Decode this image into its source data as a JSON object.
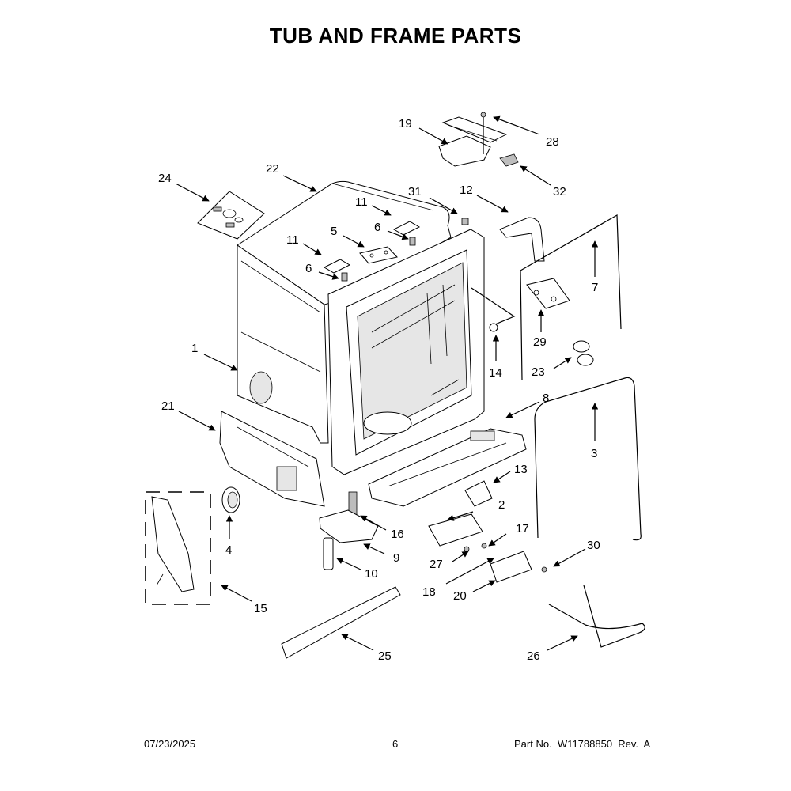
{
  "title": "TUB AND FRAME PARTS",
  "callouts": [
    "1",
    "2",
    "3",
    "4",
    "5",
    "6",
    "6",
    "7",
    "8",
    "9",
    "10",
    "11",
    "11",
    "12",
    "13",
    "14",
    "15",
    "16",
    "17",
    "18",
    "19",
    "20",
    "21",
    "22",
    "23",
    "24",
    "25",
    "26",
    "27",
    "28",
    "29",
    "30",
    "31",
    "32"
  ],
  "footer": {
    "date": "07/23/2025",
    "page": "6",
    "part": "Part No.  W11788850  Rev.  A"
  }
}
